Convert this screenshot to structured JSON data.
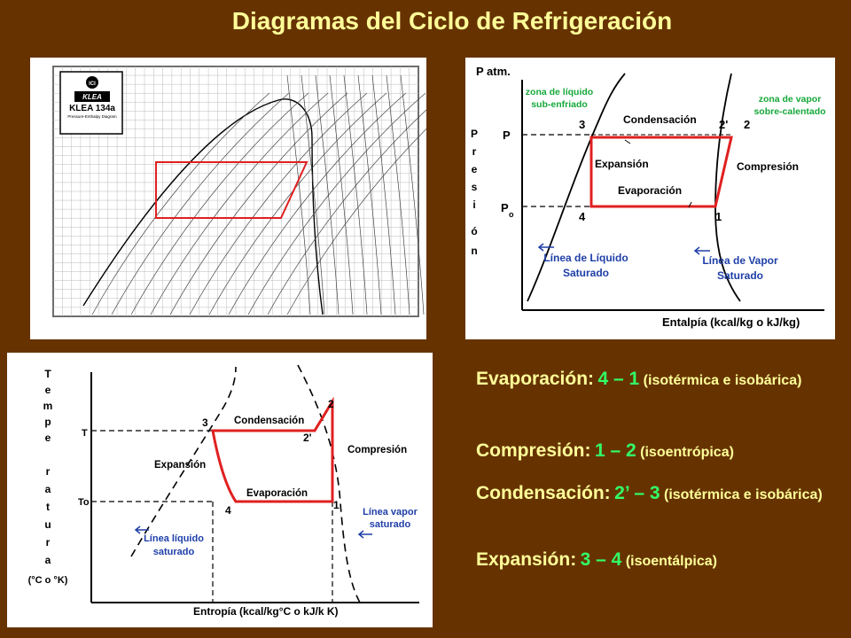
{
  "title": "Diagramas del Ciclo de Refrigeración",
  "ph_chart": {
    "brand": "ICI",
    "logo_text": "KLEA",
    "name": "KLEA 134a",
    "subtitle": "Pressure-Enthalpy Diagram"
  },
  "ph_diagram": {
    "y_axis_top": "P atm.",
    "y_axis_vertical": [
      "P",
      "r",
      "e",
      "s",
      "i",
      "ó",
      "n"
    ],
    "x_axis": "Entalpía   (kcal/kg o kJ/kg)",
    "zone_liquid": [
      "zona de líquido",
      "sub-enfriado"
    ],
    "zone_vapor": [
      "zona de vapor",
      "sobre-calentado"
    ],
    "p_high": "P",
    "p_low": "P",
    "p_low_sub": "o",
    "labels": {
      "condensacion": "Condensación",
      "expansion": "Expansión",
      "evaporacion": "Evaporación",
      "compresion": "Compresión"
    },
    "points": {
      "p1": "1",
      "p2": "2",
      "p2p": "2'",
      "p3": "3",
      "p4": "4"
    },
    "liquid_line": [
      "Línea de Líquido",
      "Saturado"
    ],
    "vapor_line": [
      "Línea de Vapor",
      "Saturado"
    ]
  },
  "ts_diagram": {
    "y_axis_vertical": [
      "T",
      "e",
      "m",
      "p",
      "e",
      "r",
      "a",
      "t",
      "u",
      "r",
      "a"
    ],
    "y_units": "(°C o °K)",
    "x_axis": "Entropía  (kcal/kg°C o kJ/k K)",
    "t_high": "T",
    "t_low": "To",
    "labels": {
      "condensacion": "Condensación",
      "expansion": "Expansión",
      "evaporacion": "Evaporación",
      "compresion": "Compresión"
    },
    "points": {
      "p1": "1",
      "p2": "2",
      "p2p": "2'",
      "p3": "3",
      "p4": "4"
    },
    "liquid_line": [
      "Línea líquido",
      "saturado"
    ],
    "vapor_line": [
      "Línea vapor",
      "saturado"
    ]
  },
  "descriptions": [
    {
      "name": "Evaporación:",
      "range": "4 – 1",
      "detail": "(isotérmica e isobárica)"
    },
    {
      "name": "Compresión:",
      "range": "1 – 2",
      "detail": "(isoentrópica)"
    },
    {
      "name": "Condensación:",
      "range": "2’ – 3",
      "detail": "(isotérmica e isobárica)"
    },
    {
      "name": "Expansión:",
      "range": "3 – 4",
      "detail": "(isoentálpica)"
    }
  ]
}
